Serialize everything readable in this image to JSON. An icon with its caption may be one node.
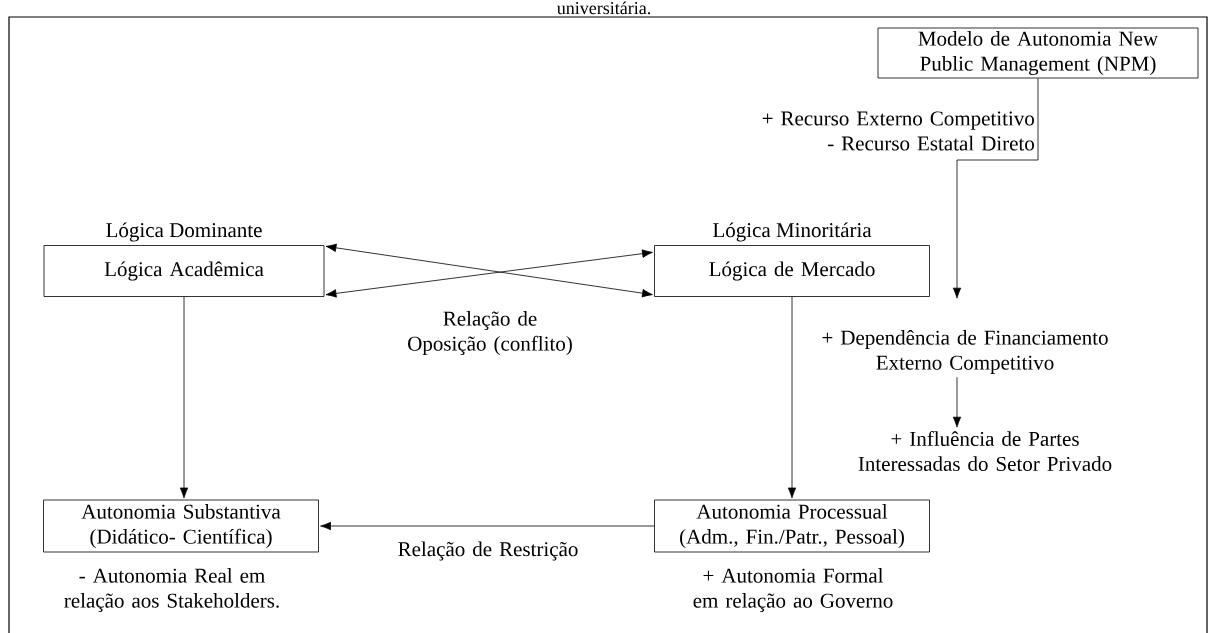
{
  "diagram": {
    "title": "universitária.",
    "nodes": [
      {
        "text": [
          "Modelo de Autonomia New Public Management (NPM)"
        ]
      },
      {
        "text": [
          "Lógica Dominante",
          "Lógica Acadêmica"
        ]
      },
      {
        "text": [
          "Lógica Minoritária",
          "Lógica de Mercado"
        ]
      },
      {
        "text": [
          "+ Dependência de Financiamento Externo Competitivo"
        ]
      },
      {
        "text": [
          "+ Influência de Partes Interessadas do Setor Privado"
        ]
      },
      {
        "text": [
          "Autonomia Substantiva (Didático- Científica)"
        ],
        "beside": [
          "- Autonomia Real em relação aos Stakeholders."
        ]
      },
      {
        "text": [
          "Autonomia Processual (Adm., Fin./Patr., Pessoal)"
        ],
        "beside": [
          "+ Autonomia Formal em relação ao Governo"
        ]
      }
    ],
    "edges": [
      {
        "from": 0,
        "to": 3,
        "arrow": "to",
        "label": "+ Recurso Externo Competitivo - Recurso Estatal Direto"
      },
      {
        "from": 1,
        "to": 2,
        "arrow": "both",
        "label": "Relação de Oposição (conflito)"
      },
      {
        "from": 1,
        "to": 2,
        "arrow": "both"
      },
      {
        "from": 3,
        "to": 4,
        "arrow": "to"
      },
      {
        "from": 1,
        "to": 5,
        "arrow": "to"
      },
      {
        "from": 2,
        "to": 6,
        "arrow": "to"
      },
      {
        "from": 6,
        "to": 5,
        "arrow": "to",
        "label": "Relação de Restrição"
      }
    ]
  }
}
